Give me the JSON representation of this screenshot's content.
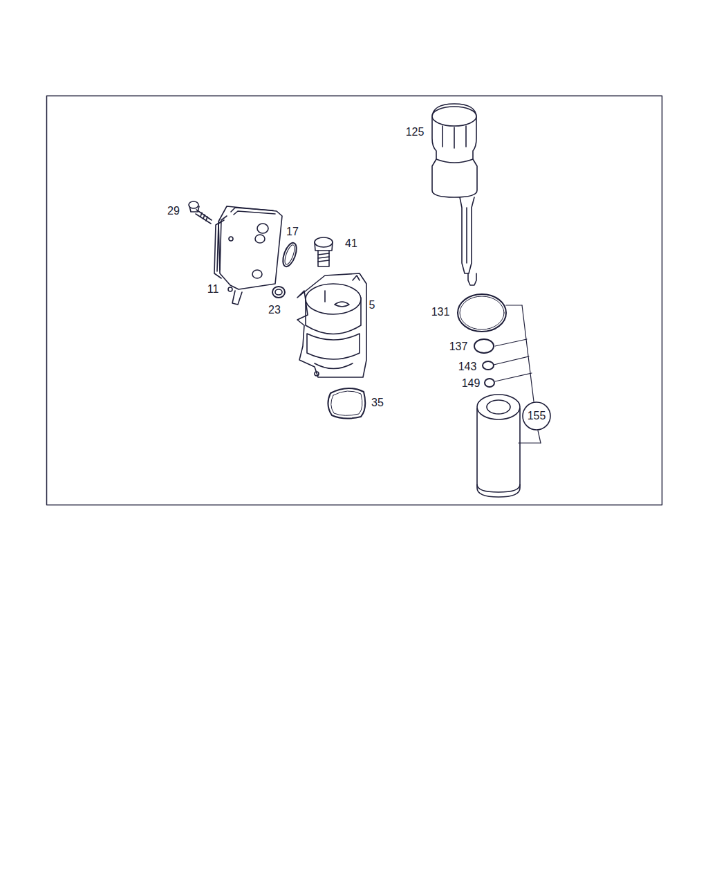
{
  "diagram": {
    "nodes": [
      {
        "text": [
          "155"
        ]
      }
    ],
    "labels": [
      "125",
      "29",
      "17",
      "41",
      "11",
      "23",
      "5",
      "131",
      "137",
      "143",
      "149",
      "35"
    ]
  }
}
